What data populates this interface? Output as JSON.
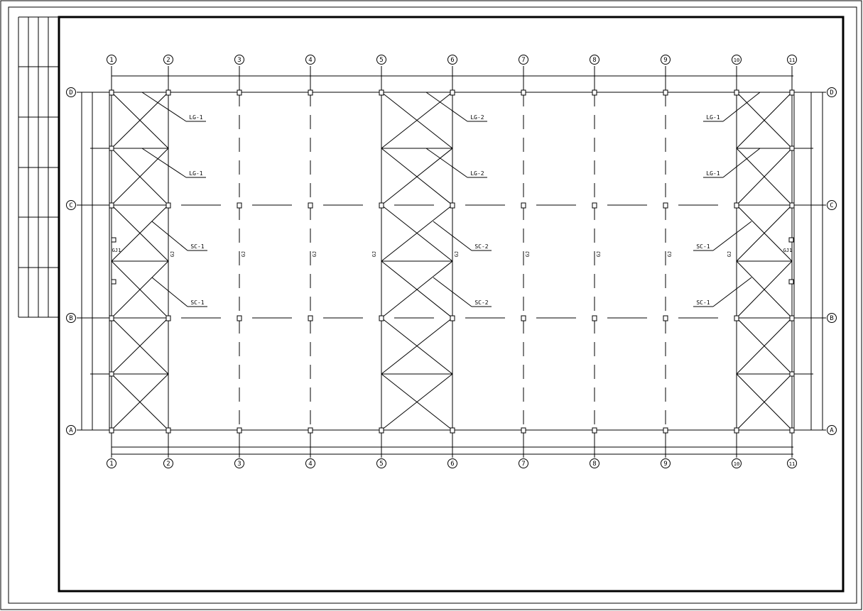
{
  "drawing": {
    "column_axes": [
      "1",
      "2",
      "3",
      "4",
      "5",
      "6",
      "7",
      "8",
      "9",
      "10",
      "11"
    ],
    "row_axes": [
      "D",
      "C",
      "B",
      "A"
    ],
    "braced_bays": [
      [
        1,
        2
      ],
      [
        5,
        6
      ],
      [
        10,
        11
      ]
    ],
    "roof_bracing_labels": {
      "left": "LG-1",
      "center": "LG-2",
      "right": "LG-1"
    },
    "column_bracing_labels": {
      "left": "SC-1",
      "center": "SC-2",
      "right": "SC-1"
    },
    "truss_label": "GJ",
    "gable_truss_label": "GJ1"
  },
  "colors": {
    "line": "#000000",
    "background": "#ffffff"
  }
}
